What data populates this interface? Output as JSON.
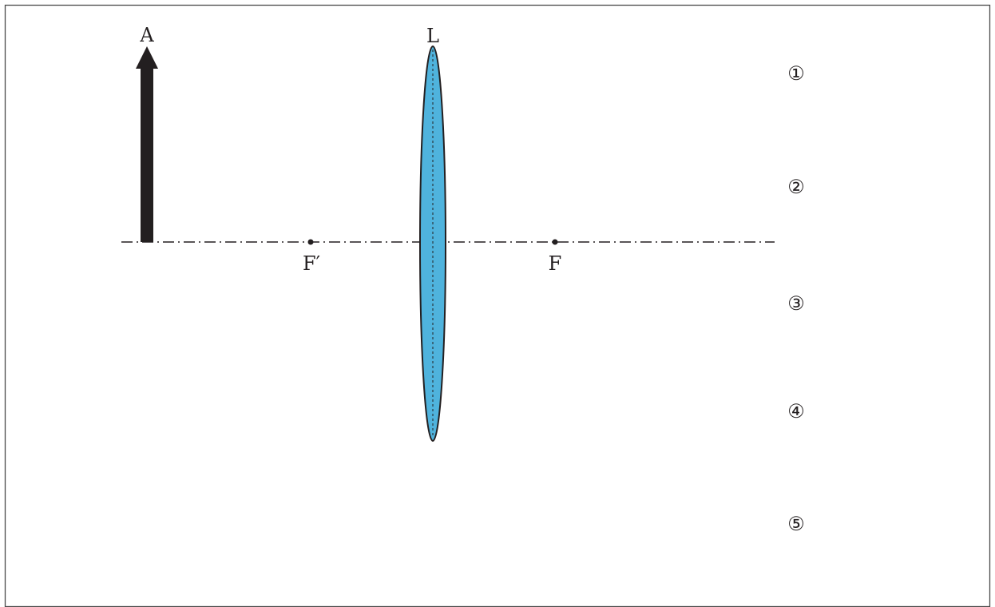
{
  "diagram": {
    "type": "converging-lens-ray-diagram",
    "object_label": "A",
    "lens_label": "L",
    "focal_object_side_label": "F′",
    "focal_image_side_label": "F",
    "marks": [
      "①",
      "②",
      "③",
      "④",
      "⑤"
    ],
    "colors": {
      "lens_fill": "#4fb3dd",
      "ink": "#231f20",
      "frame": "#4a4a4a",
      "background": "#ffffff"
    }
  }
}
